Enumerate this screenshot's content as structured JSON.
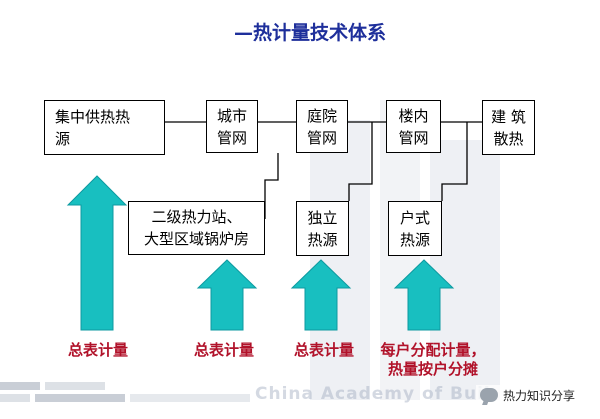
{
  "title": "—热计量技术体系",
  "boxes": {
    "central_source": "集中供热热\n源",
    "city_network": "城市\n管网",
    "yard_network": "庭院\n管网",
    "building_network": "楼内\n管网",
    "building_heat": "建 筑\n散热",
    "secondary_station": "二级热力站、\n大型区域锅炉房",
    "independent_source": "独立\n热源",
    "household_source": "户式\n热源"
  },
  "labels": {
    "meter_1": "总表计量",
    "meter_2": "总表计量",
    "meter_3": "总表计量",
    "meter_4": "每户分配计量，\n热量按户分摊"
  },
  "watermark": "China Academy of Buil",
  "badge": "热力知识分享",
  "colors": {
    "arrow": "#18bfc0",
    "label": "#b1122a",
    "title": "#1e2f9b"
  },
  "icons": [
    "wechat-icon"
  ]
}
